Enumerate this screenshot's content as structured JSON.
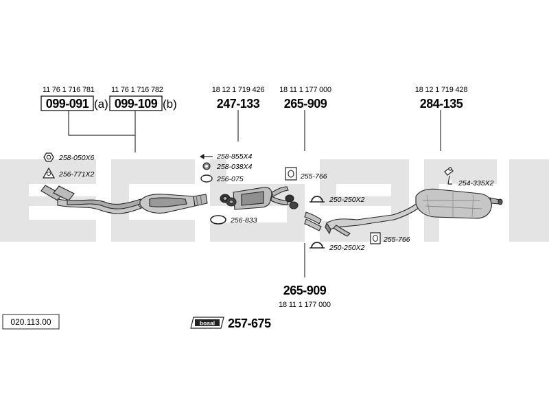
{
  "diagram": {
    "catalog_ref": "020.113.00",
    "brand_logo_text": "bosal",
    "kit_number": "257-675",
    "callouts": {
      "downpipe_a": {
        "oe": "11 76 1 716 781",
        "part": "099-091",
        "suffix": "(a)"
      },
      "downpipe_b": {
        "oe": "11 76 1 716 782",
        "part": "099-109",
        "suffix": "(b)"
      },
      "catalyst": {
        "oe": "18 12 1 719 426",
        "part": "247-133"
      },
      "front_silencer_upper": {
        "oe": "18 11 1 177 000",
        "part": "265-909"
      },
      "rear_silencer": {
        "oe": "18 12 1 719 428",
        "part": "284-135"
      },
      "front_silencer_lower": {
        "oe": "18 11 1 177 000",
        "part": "265-909"
      }
    },
    "component_labels": [
      "258-050X6",
      "256-771X2",
      "258-855X4",
      "258-038X4",
      "256-075",
      "256-833",
      "255-766",
      "250-250X2",
      "250-250X2",
      "255-766",
      "254-335X2"
    ],
    "colors": {
      "watermark": "#e2e2e2",
      "line": "#1a1a1a",
      "metal": "#b9b9b9",
      "metal_dark": "#777777",
      "text": "#111111"
    }
  }
}
